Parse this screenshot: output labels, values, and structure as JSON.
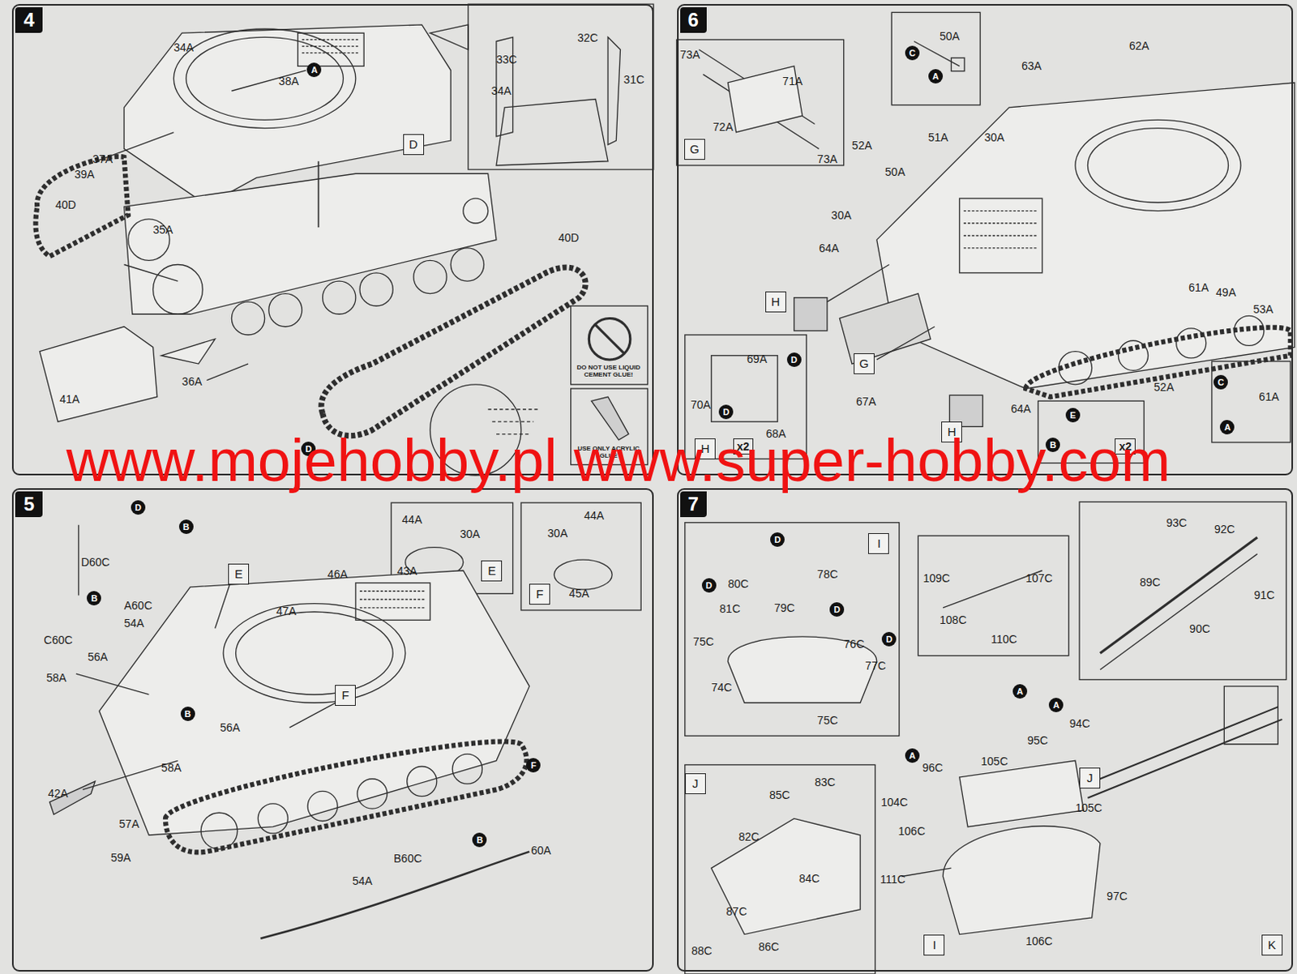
{
  "diagram": {
    "nodes": [
      {
        "text": [
          "4"
        ]
      },
      {
        "text": [
          "6"
        ]
      },
      {
        "text": [
          "5"
        ]
      },
      {
        "text": [
          "7"
        ]
      },
      {
        "text": [
          "D"
        ],
        "in": 0
      },
      {
        "text": [
          "E"
        ],
        "in": 2
      },
      {
        "text": [
          "E"
        ],
        "in": 2
      },
      {
        "text": [
          "F"
        ],
        "in": 2
      },
      {
        "text": [
          "F"
        ],
        "in": 2
      },
      {
        "text": [
          "G"
        ],
        "in": 1
      },
      {
        "text": [
          "H"
        ],
        "in": 1
      },
      {
        "text": [
          "G"
        ],
        "in": 1
      },
      {
        "text": [
          "H"
        ],
        "in": 1
      },
      {
        "text": [
          "H"
        ],
        "in": 1
      },
      {
        "text": [
          "I"
        ],
        "in": 3
      },
      {
        "text": [
          "J"
        ],
        "in": 3
      },
      {
        "text": [
          "J"
        ],
        "in": 3
      },
      {
        "text": [
          "I"
        ],
        "in": 3
      },
      {
        "text": [
          "K"
        ],
        "in": 3
      }
    ],
    "labels": [
      "34A",
      "38A",
      "A",
      "32C",
      "33C",
      "31C",
      "34A",
      "37A",
      "39A",
      "40D",
      "35A",
      "40D",
      "36A",
      "41A",
      "DO NOT USE LIQUID CEMENT GLUE!",
      "USE ONLY ACRYLIC GLUE",
      "D",
      "www.mojehobby.pl www.super-hobby.com",
      "73A",
      "71A",
      "72A",
      "73A",
      "50A",
      "C",
      "A",
      "63A",
      "62A",
      "51A",
      "30A",
      "52A",
      "50A",
      "30A",
      "64A",
      "69A",
      "D",
      "70A",
      "D",
      "68A",
      "67A",
      "64A",
      "61A",
      "49A",
      "53A",
      "52A",
      "C",
      "61A",
      "A",
      "E",
      "B",
      "x2",
      "x2",
      "D",
      "D60C",
      "B",
      "B",
      "A60C",
      "54A",
      "56A",
      "C60C",
      "58A",
      "46A",
      "47A",
      "44A",
      "30A",
      "43A",
      "44A",
      "30A",
      "45A",
      "B",
      "56A",
      "58A",
      "42A",
      "57A",
      "59A",
      "54A",
      "B60C",
      "B",
      "F",
      "60A",
      "D",
      "80C",
      "D",
      "81C",
      "78C",
      "79C",
      "D",
      "76C",
      "D",
      "77C",
      "75C",
      "74C",
      "75C",
      "109C",
      "107C",
      "108C",
      "110C",
      "93C",
      "92C",
      "89C",
      "91C",
      "90C",
      "A",
      "A",
      "94C",
      "95C",
      "96C",
      "A",
      "105C",
      "104C",
      "105C",
      "106C",
      "111C",
      "97C",
      "106C",
      "85C",
      "83C",
      "82C",
      "84C",
      "87C",
      "86C",
      "88C"
    ]
  }
}
